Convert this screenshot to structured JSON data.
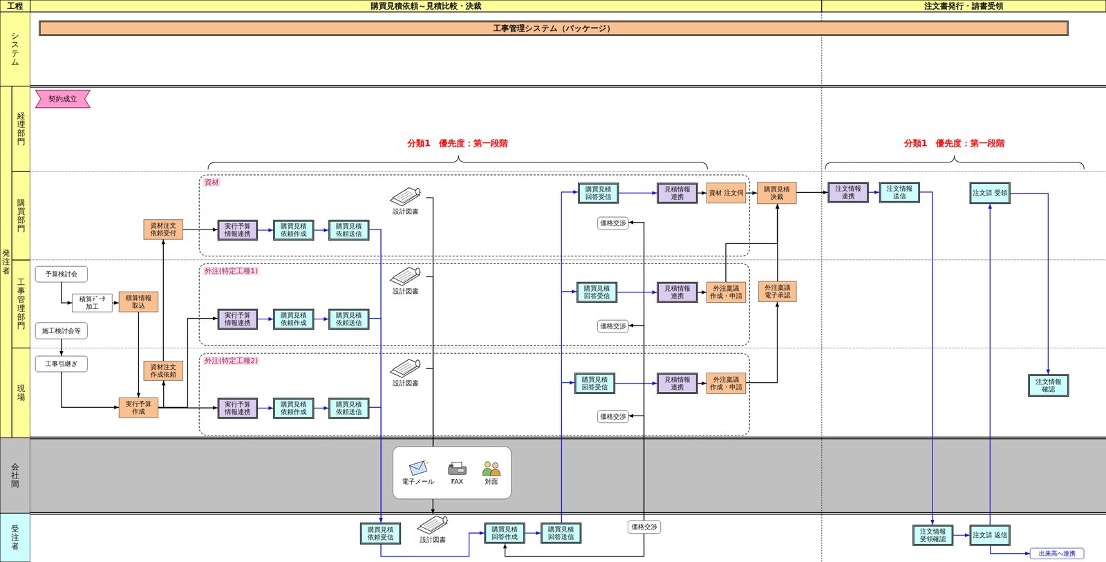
{
  "diagram": {
    "nodes": [
      {
        "text": [
          "工程"
        ]
      },
      {
        "text": [
          "購買見積依頼～見積比較・決裁"
        ]
      },
      {
        "text": [
          "注文書発行・請書受領"
        ]
      },
      {
        "text": [
          "システム"
        ]
      },
      {
        "text": [
          "工事管理システム（パッケージ）"
        ]
      },
      {
        "text": [
          "発注者"
        ]
      },
      {
        "text": [
          "経理部門"
        ]
      },
      {
        "text": [
          "購買部門"
        ]
      },
      {
        "text": [
          "工事管理部門"
        ]
      },
      {
        "text": [
          "現場"
        ]
      },
      {
        "text": [
          "会社間"
        ]
      },
      {
        "text": [
          "受注者"
        ]
      },
      {
        "text": [
          "契約成立"
        ]
      },
      {
        "text": [
          "予算検討会"
        ]
      },
      {
        "text": [
          "積算ﾃﾞｰﾀ 加工"
        ]
      },
      {
        "text": [
          "積算情報 取込"
        ]
      },
      {
        "text": [
          "施工検討会等"
        ]
      },
      {
        "text": [
          "工事引継ぎ"
        ]
      },
      {
        "text": [
          "資材注文 依頼受付"
        ]
      },
      {
        "text": [
          "資材注文 作成依頼"
        ]
      },
      {
        "text": [
          "実行予算 作成"
        ]
      },
      {
        "text": [
          "資材"
        ]
      },
      {
        "text": [
          "実行予算 情報連携"
        ],
        "in": 21
      },
      {
        "text": [
          "購買見積 依頼作成"
        ],
        "in": 21
      },
      {
        "text": [
          "購買見積 依頼送信"
        ],
        "in": 21
      },
      {
        "text": [
          "設計図書"
        ],
        "in": 21
      },
      {
        "text": [
          "購買見積 回答受信"
        ],
        "in": 21
      },
      {
        "text": [
          "見積情報 連携"
        ],
        "in": 21
      },
      {
        "text": [
          "資材 注文伺"
        ],
        "in": 21
      },
      {
        "text": [
          "価格交渉"
        ],
        "in": 21
      },
      {
        "text": [
          "外注(特定工種1)"
        ]
      },
      {
        "text": [
          "実行予算 情報連携"
        ],
        "in": 30
      },
      {
        "text": [
          "購買見積 依頼作成"
        ],
        "in": 30
      },
      {
        "text": [
          "購買見積 依頼送信"
        ],
        "in": 30
      },
      {
        "text": [
          "設計図書"
        ],
        "in": 30
      },
      {
        "text": [
          "購買見積 回答受信"
        ],
        "in": 30
      },
      {
        "text": [
          "見積情報 連携"
        ],
        "in": 30
      },
      {
        "text": [
          "外注稟議 作成・申請"
        ],
        "in": 30
      },
      {
        "text": [
          "価格交渉"
        ],
        "in": 30
      },
      {
        "text": [
          "外注(特定工種2)"
        ]
      },
      {
        "text": [
          "実行予算 情報連携"
        ],
        "in": 39
      },
      {
        "text": [
          "購買見積 依頼作成"
        ],
        "in": 39
      },
      {
        "text": [
          "購買見積 依頼送信"
        ],
        "in": 39
      },
      {
        "text": [
          "設計図書"
        ],
        "in": 39
      },
      {
        "text": [
          "購買見積 回答受信"
        ],
        "in": 39
      },
      {
        "text": [
          "見積情報 連携"
        ],
        "in": 39
      },
      {
        "text": [
          "外注稟議 作成・申請"
        ],
        "in": 39
      },
      {
        "text": [
          "価格交渉"
        ],
        "in": 39
      },
      {
        "text": [
          "購買見積 決裁"
        ]
      },
      {
        "text": [
          "外注稟議 電子承認"
        ]
      },
      {
        "text": [
          "注文情報 連携"
        ]
      },
      {
        "text": [
          "注文情報 送信"
        ]
      },
      {
        "text": [
          "注文請 受領"
        ]
      },
      {
        "text": [
          "注文情報 確認"
        ]
      },
      {
        "text": [
          "電子メール",
          "FAX",
          "対面"
        ]
      },
      {
        "text": [
          "購買見積 依頼受信"
        ]
      },
      {
        "text": [
          "設計図書"
        ]
      },
      {
        "text": [
          "購買見積 回答作成"
        ]
      },
      {
        "text": [
          "購買見積 回答送信"
        ]
      },
      {
        "text": [
          "価格交渉"
        ]
      },
      {
        "text": [
          "注文情報 受領確認"
        ]
      },
      {
        "text": [
          "注文請 返信"
        ]
      },
      {
        "text": [
          "出来高へ連携"
        ]
      }
    ],
    "edges": [
      {
        "from": 13,
        "to": 14,
        "arrow": "to"
      },
      {
        "from": 14,
        "to": 15,
        "arrow": "to"
      },
      {
        "from": 15,
        "to": 20,
        "arrow": "to"
      },
      {
        "from": 16,
        "to": 17,
        "arrow": "to"
      },
      {
        "from": 17,
        "to": 20,
        "arrow": "to"
      },
      {
        "from": 20,
        "to": 19,
        "arrow": "to"
      },
      {
        "from": 19,
        "to": 18,
        "arrow": "to"
      },
      {
        "from": 18,
        "to": 22,
        "arrow": "to"
      },
      {
        "from": 20,
        "to": 31,
        "arrow": "to"
      },
      {
        "from": 20,
        "to": 40,
        "arrow": "to"
      },
      {
        "from": 22,
        "to": 23,
        "arrow": "to"
      },
      {
        "from": 23,
        "to": 24,
        "arrow": "to"
      },
      {
        "from": 31,
        "to": 32,
        "arrow": "to"
      },
      {
        "from": 32,
        "to": 33,
        "arrow": "to"
      },
      {
        "from": 40,
        "to": 41,
        "arrow": "to"
      },
      {
        "from": 41,
        "to": 42,
        "arrow": "to"
      },
      {
        "from": 24,
        "to": 55,
        "arrow": "to"
      },
      {
        "from": 33,
        "to": 55,
        "arrow": "to"
      },
      {
        "from": 42,
        "to": 55,
        "arrow": "to"
      },
      {
        "from": 25,
        "to": 54,
        "arrow": "none"
      },
      {
        "from": 34,
        "to": 54,
        "arrow": "none"
      },
      {
        "from": 43,
        "to": 54,
        "arrow": "none"
      },
      {
        "from": 54,
        "to": 56,
        "arrow": "to"
      },
      {
        "from": 55,
        "to": 57,
        "arrow": "to"
      },
      {
        "from": 57,
        "to": 58,
        "arrow": "to"
      },
      {
        "from": 58,
        "to": 26,
        "arrow": "to"
      },
      {
        "from": 58,
        "to": 35,
        "arrow": "to"
      },
      {
        "from": 58,
        "to": 44,
        "arrow": "to"
      },
      {
        "from": 26,
        "to": 27,
        "arrow": "to"
      },
      {
        "from": 35,
        "to": 36,
        "arrow": "to"
      },
      {
        "from": 44,
        "to": 45,
        "arrow": "to"
      },
      {
        "from": 27,
        "to": 28,
        "arrow": "to"
      },
      {
        "from": 36,
        "to": 37,
        "arrow": "to"
      },
      {
        "from": 45,
        "to": 46,
        "arrow": "to"
      },
      {
        "from": 28,
        "to": 48,
        "arrow": "to"
      },
      {
        "from": 37,
        "to": 48,
        "arrow": "to"
      },
      {
        "from": 49,
        "to": 48,
        "arrow": "to"
      },
      {
        "from": 46,
        "to": 49,
        "arrow": "to"
      },
      {
        "from": 48,
        "to": 50,
        "arrow": "to"
      },
      {
        "from": 50,
        "to": 51,
        "arrow": "to"
      },
      {
        "from": 51,
        "to": 60,
        "arrow": "to"
      },
      {
        "from": 60,
        "to": 61,
        "arrow": "to"
      },
      {
        "from": 61,
        "to": 52,
        "arrow": "to"
      },
      {
        "from": 52,
        "to": 53,
        "arrow": "to"
      },
      {
        "from": 61,
        "to": 62,
        "arrow": "to"
      },
      {
        "from": 59,
        "to": 29,
        "arrow": "to"
      },
      {
        "from": 59,
        "to": 38,
        "arrow": "to"
      },
      {
        "from": 59,
        "to": 47,
        "arrow": "to"
      },
      {
        "from": 59,
        "to": 57,
        "arrow": "to"
      }
    ],
    "labels": [
      "分類1　優先度：第一段階",
      "分類1　優先度：第一段階"
    ]
  }
}
